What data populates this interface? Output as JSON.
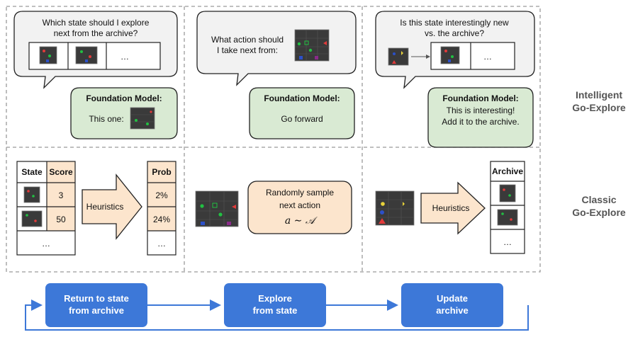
{
  "intelligent": {
    "label_line1": "Intelligent",
    "label_line2": "Go-Explore",
    "panel1": {
      "question_line1": "Which state should I explore",
      "question_line2": "next from the archive?",
      "ellipsis": "…",
      "answer_title": "Foundation Model:",
      "answer_text": "This one:"
    },
    "panel2": {
      "question_line1": "What action should",
      "question_line2": "I take next from:",
      "answer_title": "Foundation Model:",
      "answer_text": "Go forward"
    },
    "panel3": {
      "question_line1": "Is this state interestingly new",
      "question_line2": "vs. the archive?",
      "ellipsis": "…",
      "answer_title": "Foundation Model:",
      "answer_line1": "This is interesting!",
      "answer_line2": "Add it to the archive."
    }
  },
  "classic": {
    "label_line1": "Classic",
    "label_line2": "Go-Explore",
    "panel1": {
      "col_state": "State",
      "col_score": "Score",
      "scores": [
        "3",
        "50"
      ],
      "ellipsis": "…",
      "heuristics": "Heuristics",
      "col_prob": "Prob",
      "probs": [
        "2%",
        "24%"
      ]
    },
    "panel2": {
      "sample_line1": "Randomly sample",
      "sample_line2": "next action",
      "formula": "a ∼ 𝒜"
    },
    "panel3": {
      "heuristics": "Heuristics",
      "col_archive": "Archive",
      "ellipsis": "…"
    }
  },
  "loop": {
    "step1_line1": "Return to state",
    "step1_line2": "from archive",
    "step2_line1": "Explore",
    "step2_line2": "from state",
    "step3_line1": "Update",
    "step3_line2": "archive"
  },
  "colors": {
    "green_fill": "#d9ead3",
    "orange_fill": "#fce5cd",
    "blue_button": "#3d78d8",
    "bubble_gray": "#f2f2f2"
  }
}
